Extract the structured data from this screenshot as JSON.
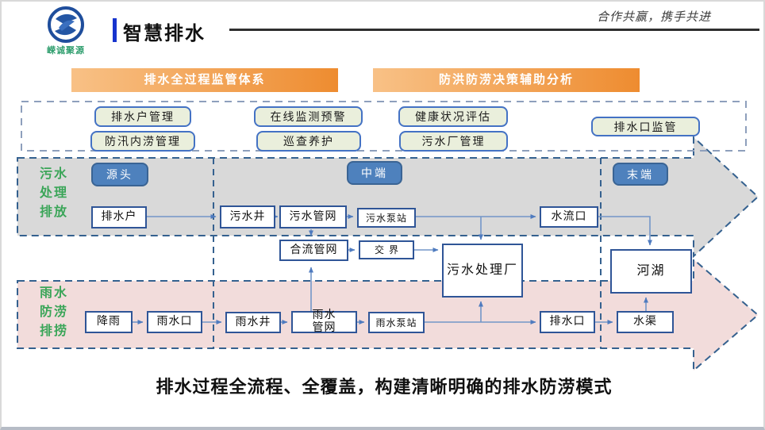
{
  "palette": {
    "banner_gradient_start": "#F8C186",
    "banner_gradient_end": "#EE8C30",
    "button_fill": "#EAEFDC",
    "button_border": "#4472C4",
    "gray_arrow_fill": "#D9D9D9",
    "pink_arrow_fill": "#F2DCDB",
    "arrow_dashed_border": "#35618F",
    "stage_pill_fill": "#4E81BD",
    "node_border": "#2F5597",
    "connector_line": "#7396C8",
    "lane_label_green": "#3AA558",
    "title_accent_blue": "#1734CE"
  },
  "header": {
    "logo_text": "嵘诚聚源",
    "title": "智慧排水",
    "slogan": "合作共赢，携手共进"
  },
  "banners": [
    {
      "label": "排水全过程监管体系"
    },
    {
      "label": "防洪防涝决策辅助分析"
    }
  ],
  "functions": [
    {
      "label": "排水户管理"
    },
    {
      "label": "防汛内涝管理"
    },
    {
      "label": "在线监测预警"
    },
    {
      "label": "巡查养护"
    },
    {
      "label": "健康状况评估"
    },
    {
      "label": "污水厂管理"
    },
    {
      "label": "排水口监管"
    }
  ],
  "stages": [
    {
      "label": "源头"
    },
    {
      "label": "中端"
    },
    {
      "label": "末端"
    }
  ],
  "lanes": {
    "sewage": {
      "lines": [
        "污水",
        "处理",
        "排放"
      ]
    },
    "rain": {
      "lines": [
        "雨水",
        "防涝",
        "排捞"
      ]
    }
  },
  "nodes": {
    "sewage_row": [
      "排水户",
      "污水井",
      "污水管网",
      "污水泵站",
      "水流口"
    ],
    "middle_row": [
      "合流管网",
      "交界",
      "污水处理厂",
      "河湖"
    ],
    "rain_row": [
      "降雨",
      "雨水口",
      "雨水井",
      "雨水管网",
      "雨水泵站",
      "排水口",
      "水渠"
    ]
  },
  "caption": "排水过程全流程、全覆盖，构建清晰明确的排水防涝模式"
}
